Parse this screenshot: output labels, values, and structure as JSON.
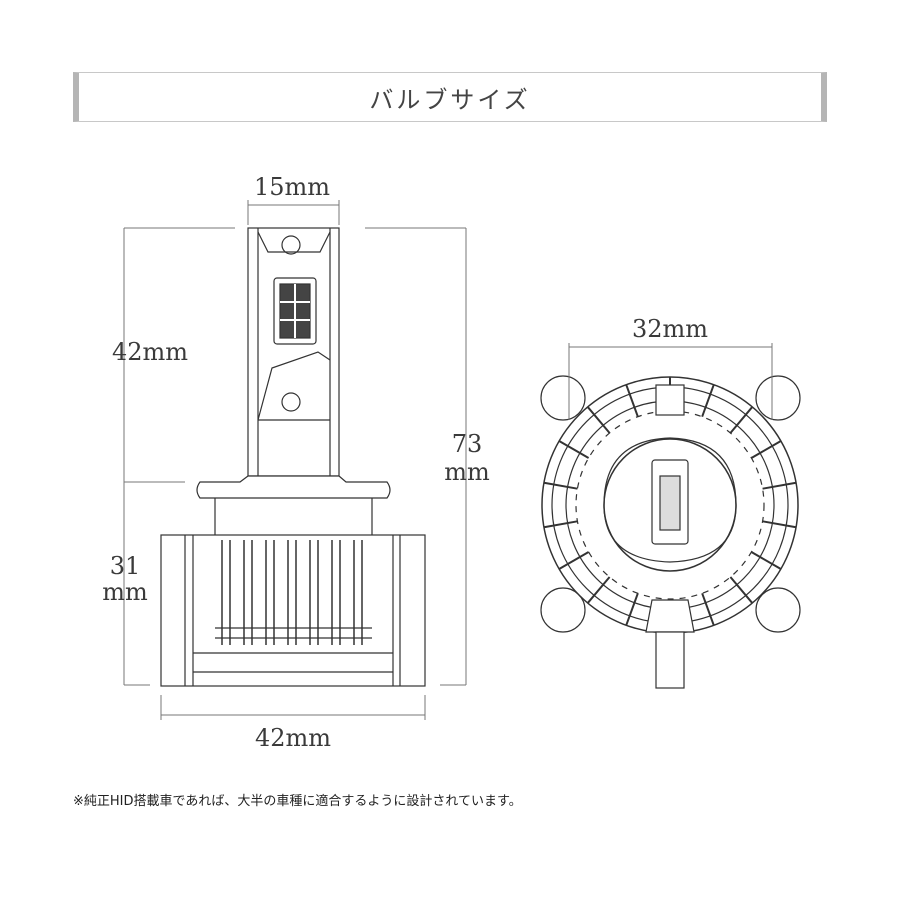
{
  "header": {
    "title": "バルブサイズ"
  },
  "dimensions": {
    "top_width": "15mm",
    "upper_height": "42mm",
    "total_height_value": "73",
    "total_height_unit": "mm",
    "lower_height_value": "31",
    "lower_height_unit": "mm",
    "base_width": "42mm",
    "diameter": "32mm"
  },
  "footnote": "※純正HID搭載車であれば、大半の車種に適合するように設計されています。"
}
